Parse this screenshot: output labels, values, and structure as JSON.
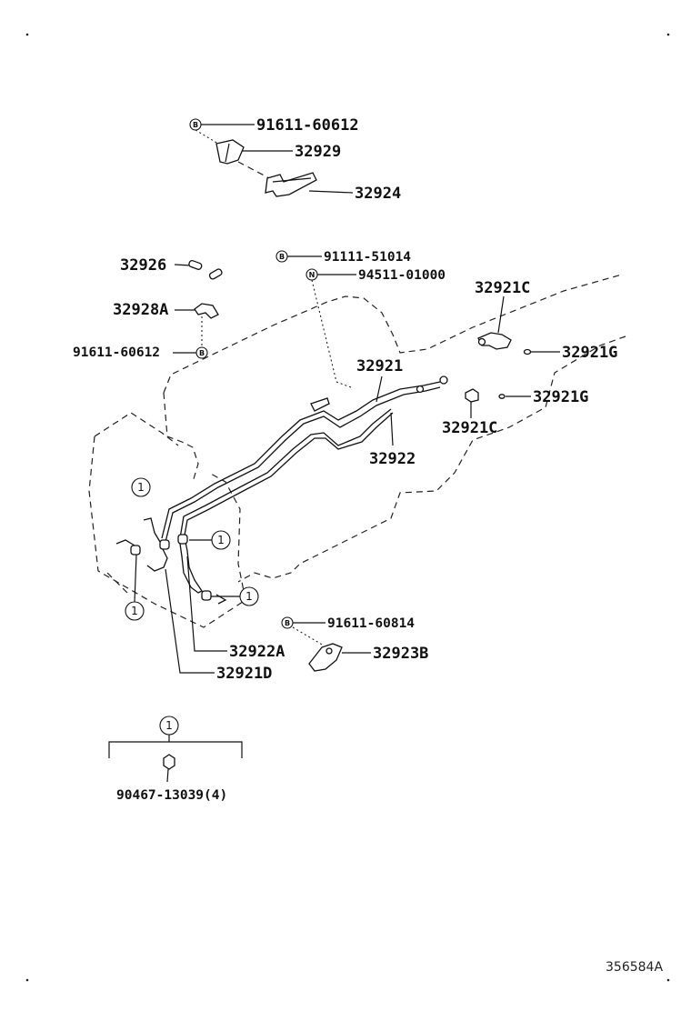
{
  "labels": {
    "p_91611_60612_top": "91611-60612",
    "p_32929": "32929",
    "p_32924": "32924",
    "p_32926": "32926",
    "p_91111_51014": "91111-51014",
    "p_94511_01000": "94511-01000",
    "p_32928A": "32928A",
    "p_91611_60612_left": "91611-60612",
    "p_32921C_top": "32921C",
    "p_32921G_top": "32921G",
    "p_32921": "32921",
    "p_32921G_mid": "32921G",
    "p_32921C_mid": "32921C",
    "p_32922": "32922",
    "p_91611_60814": "91611-60814",
    "p_32922A": "32922A",
    "p_32923B": "32923B",
    "p_32921D": "32921D",
    "p_90467_13039": "90467-13039(4)",
    "ref_number": "356584A"
  },
  "callouts": {
    "ref_1": "1"
  },
  "symbols": {
    "bolt": "B",
    "nut": "N"
  },
  "icons": {
    "bolt_symbol": "circled-B-icon",
    "nut_symbol": "circled-N-icon",
    "callout_marker": "circled-1-icon"
  }
}
